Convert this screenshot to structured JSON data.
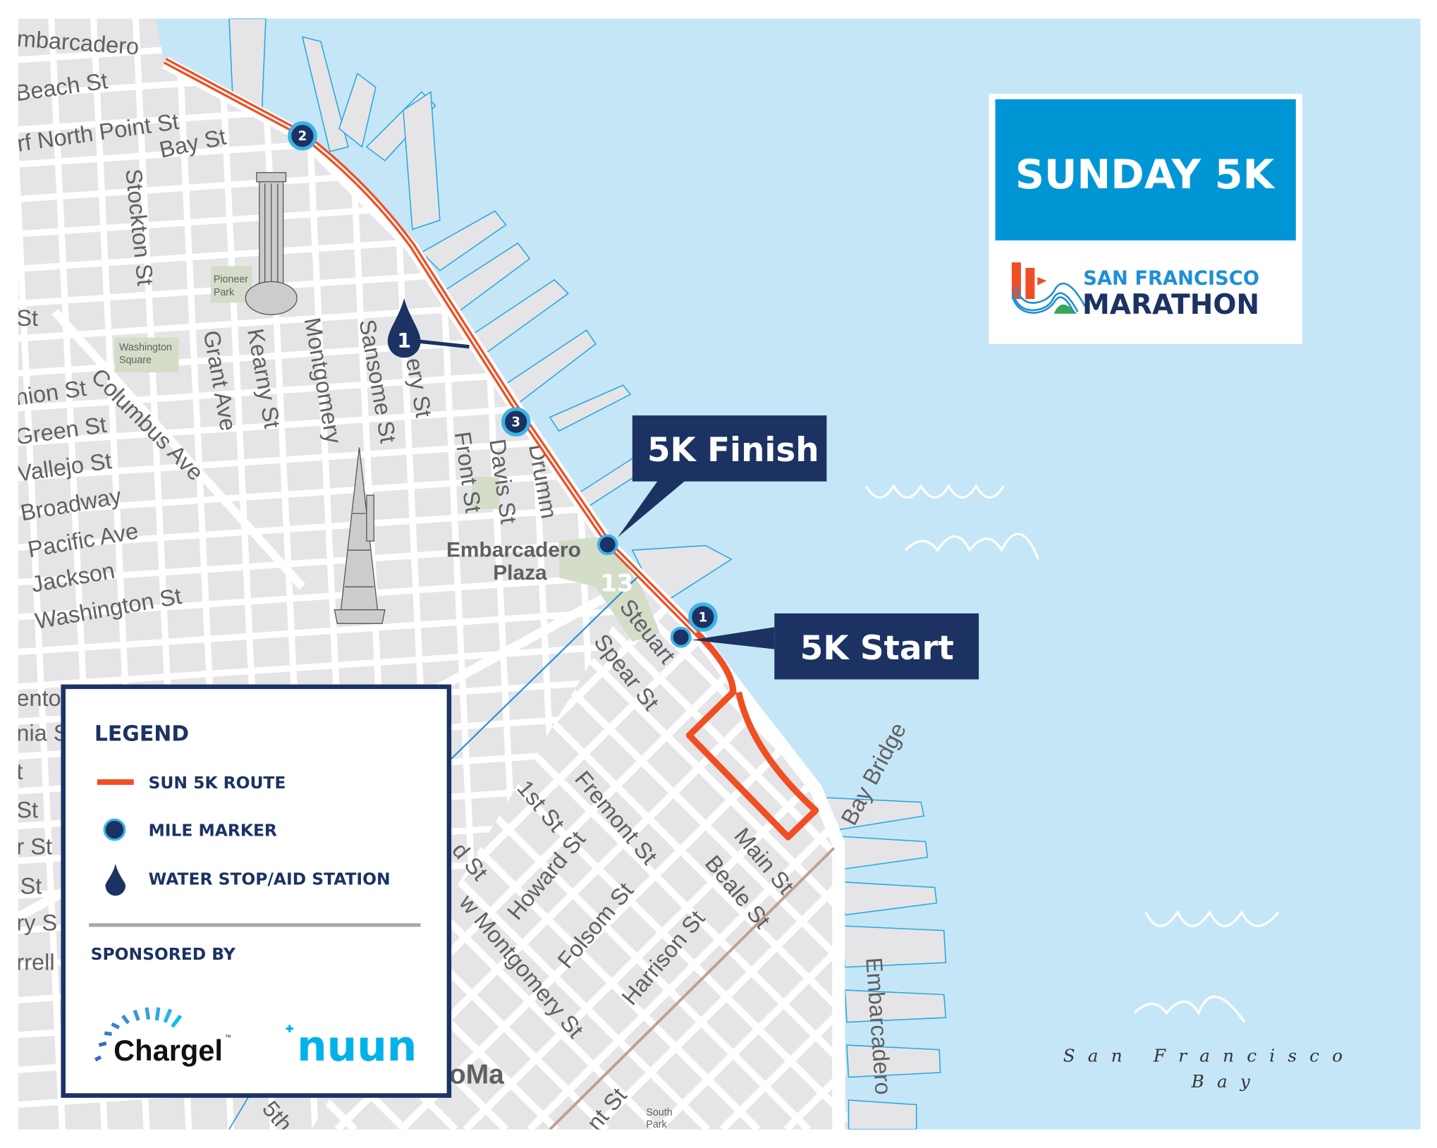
{
  "title_box": {
    "event_title": "SUNDAY 5K",
    "logo_line1": "SAN FRANCISCO",
    "logo_line2": "MARATHON"
  },
  "callouts": {
    "finish": "5K Finish",
    "start": "5K Start"
  },
  "mile_markers": [
    "2",
    "3",
    "1"
  ],
  "water_stops": [
    "1"
  ],
  "place_labels": {
    "plaza_line1": "Embarcadero",
    "plaza_line2": "Plaza",
    "pioneer_park_1": "Pioneer",
    "pioneer_park_2": "Park",
    "washington_square_1": "Washington",
    "washington_square_2": "Square",
    "soma": "oMa",
    "south_park_1": "South",
    "south_park_2": "Park",
    "bay_line1": "San Francisco",
    "bay_line2": "Bay",
    "plaza_number": "13"
  },
  "streets": [
    "mbarcadero",
    "Beach St",
    "rf North Point St",
    "Bay St",
    "Stockton St",
    "St",
    "nion St",
    "Columbus Ave",
    "Green St",
    "Grant Ave",
    "Kearny St",
    "Montgomery",
    "Sansome St",
    "ery St",
    "Front St",
    "Davis St",
    "Drumm",
    "Vallejo St",
    "Broadway",
    "Pacific Ave",
    "Jackson",
    "Washington St",
    "Steuart",
    "Spear St",
    "Fremont St",
    "1st St",
    "Howard St",
    "d St",
    "w Montgomery St",
    "Folsom St",
    "Main St",
    "Beale St",
    "Harrison St",
    "Bay Bridge",
    "Embarcadero",
    "nt St",
    "5th",
    "ento",
    "nia S",
    "t",
    "St",
    "r St",
    "St",
    "ry S",
    "rrell"
  ],
  "legend": {
    "title": "LEGEND",
    "items": [
      {
        "label": "SUN 5K ROUTE",
        "icon": "orange-line"
      },
      {
        "label": "MILE MARKER",
        "icon": "mile-marker-circle"
      },
      {
        "label": "WATER STOP/AID STATION",
        "icon": "water-drop"
      }
    ],
    "sponsored_by": "SPONSORED BY",
    "sponsors": [
      "Chargel",
      "nuun"
    ],
    "sponsor_tm": "™"
  },
  "colors": {
    "route": "#f04e23",
    "navy": "#1b3263",
    "title_blue": "#0096d6",
    "water": "#c5e6f7",
    "land": "#e5e5e7",
    "marker_ring": "#3cb4e5"
  }
}
